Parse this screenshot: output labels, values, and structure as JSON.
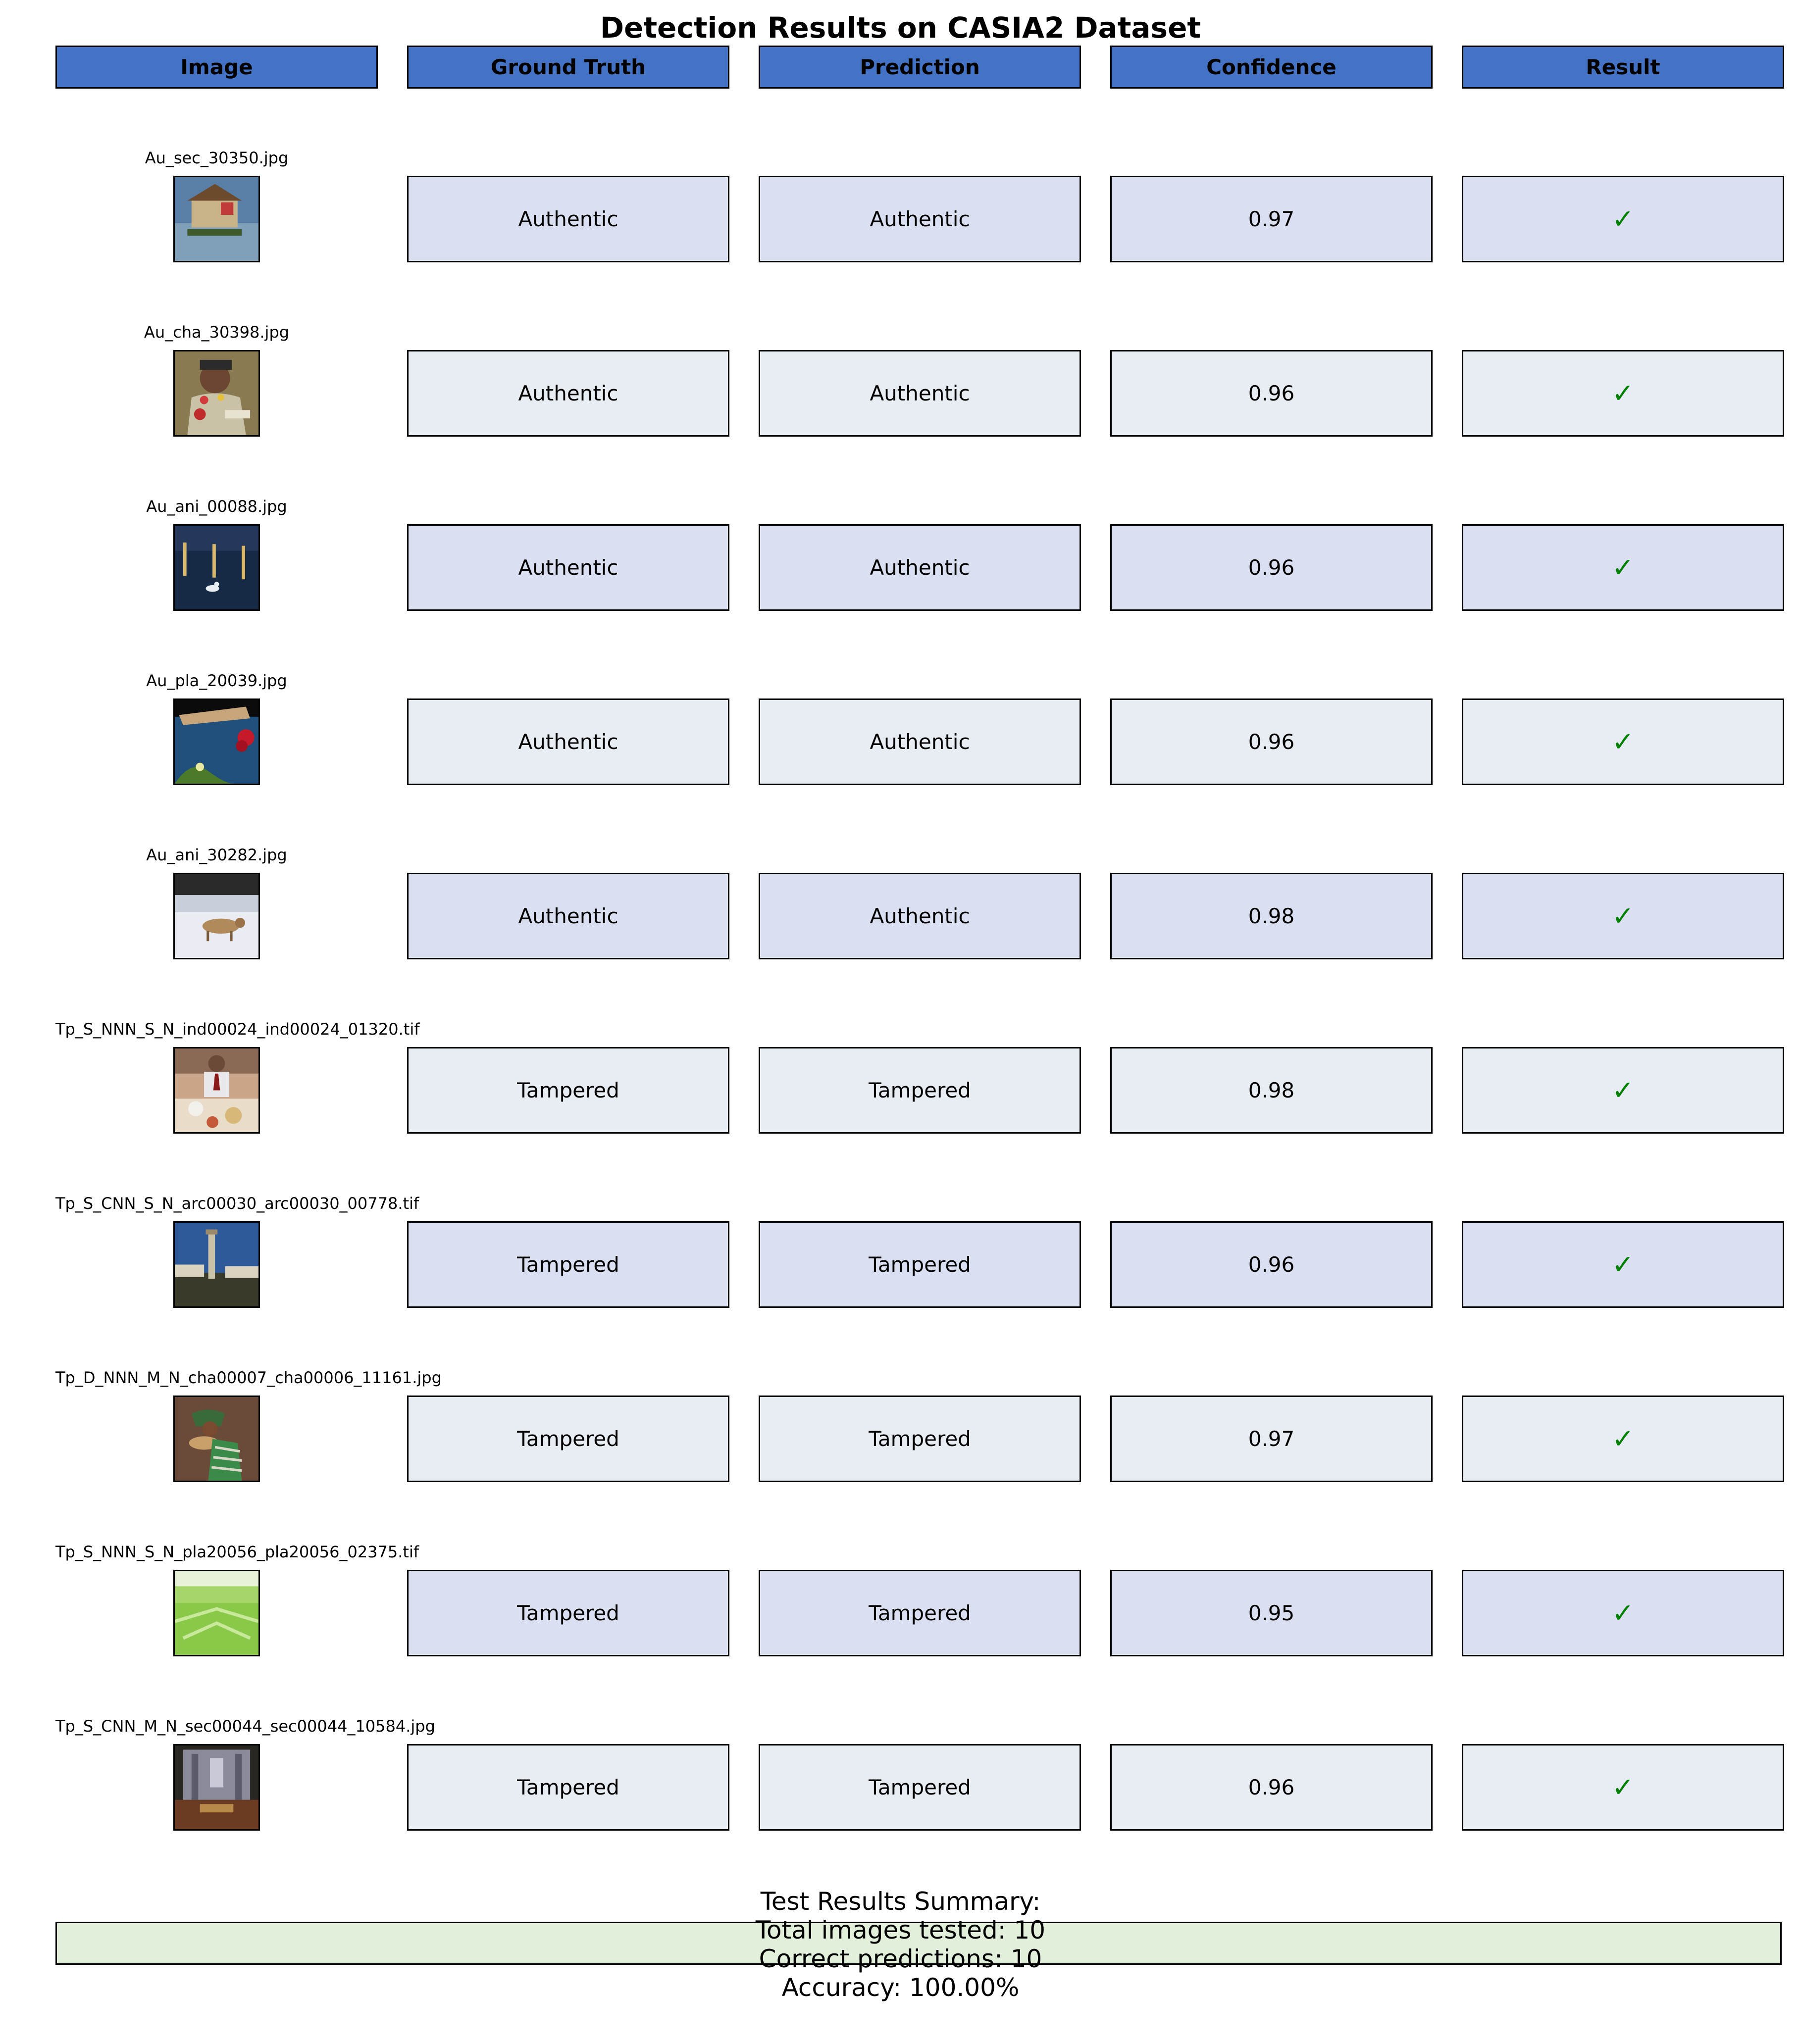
{
  "chart_data": {
    "type": "table",
    "title": "Detection Results on CASIA2 Dataset",
    "columns": [
      "Image",
      "Ground Truth",
      "Prediction",
      "Confidence",
      "Result"
    ],
    "rows": [
      {
        "image": "Au_sec_30350.jpg",
        "ground_truth": "Authentic",
        "prediction": "Authentic",
        "confidence": "0.97",
        "result": "✓"
      },
      {
        "image": "Au_cha_30398.jpg",
        "ground_truth": "Authentic",
        "prediction": "Authentic",
        "confidence": "0.96",
        "result": "✓"
      },
      {
        "image": "Au_ani_00088.jpg",
        "ground_truth": "Authentic",
        "prediction": "Authentic",
        "confidence": "0.96",
        "result": "✓"
      },
      {
        "image": "Au_pla_20039.jpg",
        "ground_truth": "Authentic",
        "prediction": "Authentic",
        "confidence": "0.96",
        "result": "✓"
      },
      {
        "image": "Au_ani_30282.jpg",
        "ground_truth": "Authentic",
        "prediction": "Authentic",
        "confidence": "0.98",
        "result": "✓"
      },
      {
        "image": "Tp_S_NNN_S_N_ind00024_ind00024_01320.tif",
        "ground_truth": "Tampered",
        "prediction": "Tampered",
        "confidence": "0.98",
        "result": "✓"
      },
      {
        "image": "Tp_S_CNN_S_N_arc00030_arc00030_00778.tif",
        "ground_truth": "Tampered",
        "prediction": "Tampered",
        "confidence": "0.96",
        "result": "✓"
      },
      {
        "image": "Tp_D_NNN_M_N_cha00007_cha00006_11161.jpg",
        "ground_truth": "Tampered",
        "prediction": "Tampered",
        "confidence": "0.97",
        "result": "✓"
      },
      {
        "image": "Tp_S_NNN_S_N_pla20056_pla20056_02375.tif",
        "ground_truth": "Tampered",
        "prediction": "Tampered",
        "confidence": "0.95",
        "result": "✓"
      },
      {
        "image": "Tp_S_CNN_M_N_sec00044_sec00044_10584.jpg",
        "ground_truth": "Tampered",
        "prediction": "Tampered",
        "confidence": "0.96",
        "result": "✓"
      }
    ],
    "summary": {
      "heading": "Test Results Summary:",
      "total": "Total images tested: 10",
      "correct": "Correct predictions: 10",
      "accuracy": "Accuracy: 100.00%"
    }
  },
  "colors": {
    "header_fill": "#4472C4",
    "row_fill_odd": "#DAE0F1",
    "row_fill_even": "#E8EDF3",
    "check_color": "#008000",
    "summary_fill": "#E2EFDA"
  },
  "thumbnails": [
    "houseboat-on-water",
    "man-with-flower-lei",
    "swan-on-dark-lake",
    "boat-and-red-flowers",
    "tiger-in-snow",
    "man-at-food-table",
    "column-monument-plaza",
    "woman-with-basket",
    "green-crop-field",
    "cathedral-interior"
  ]
}
